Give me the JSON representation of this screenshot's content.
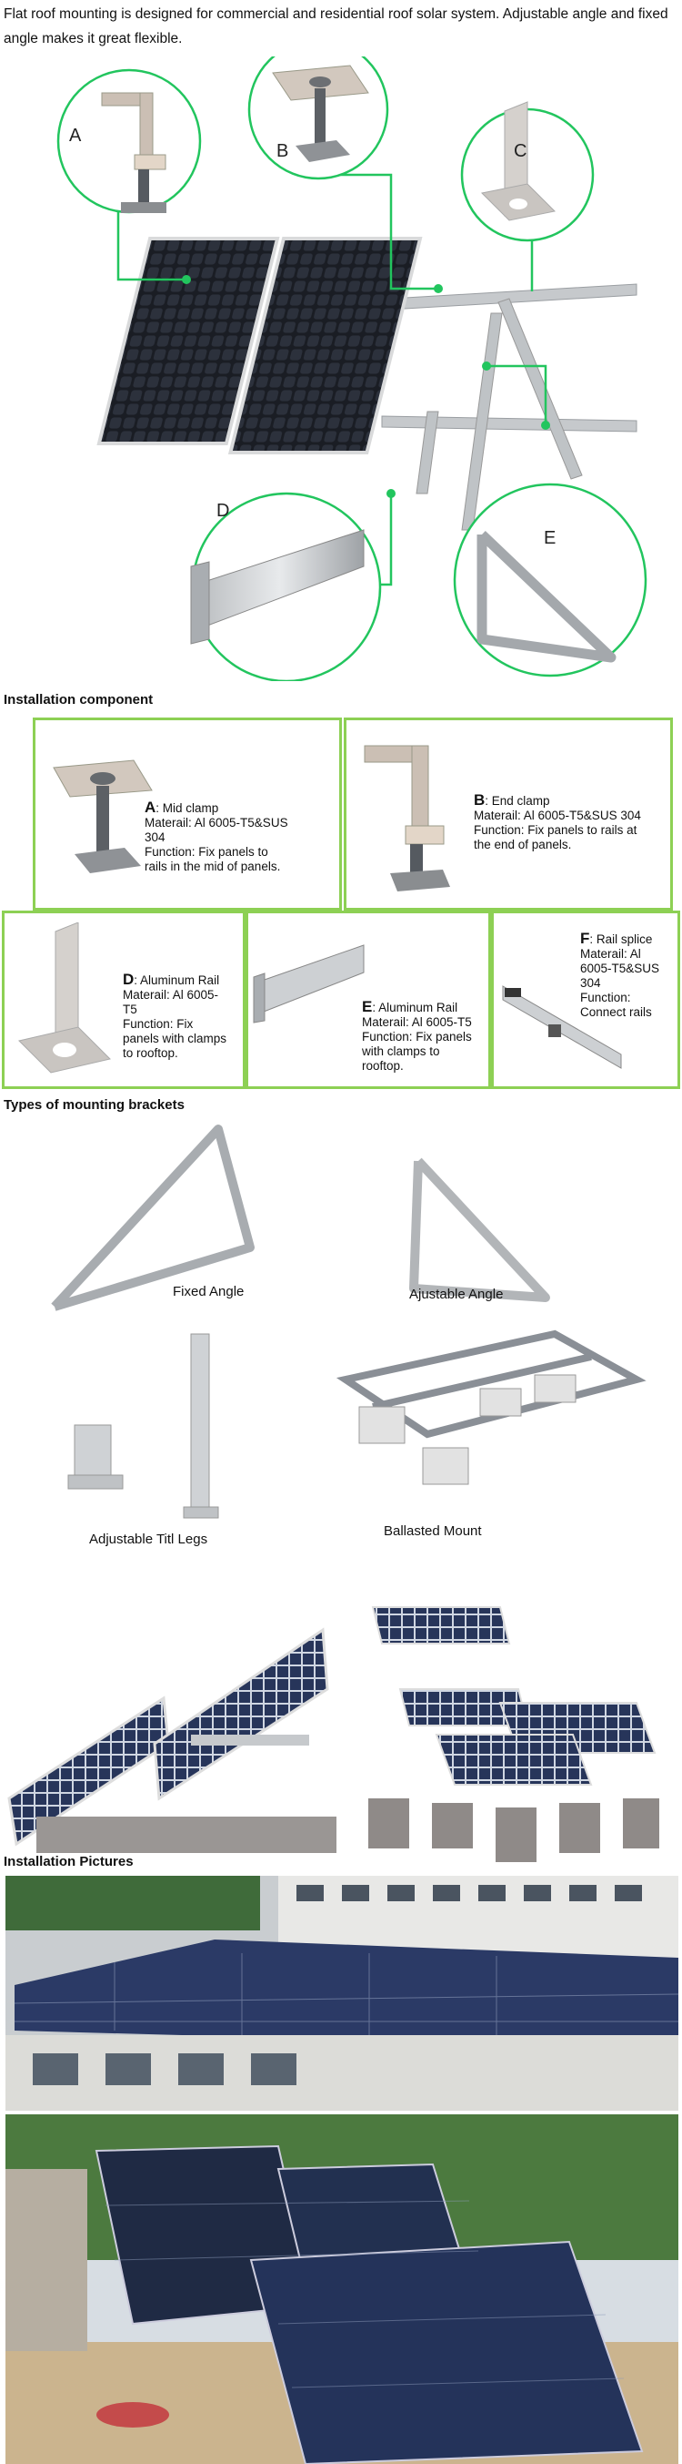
{
  "intro": "Flat roof mounting is designed for commercial and residential roof solar system. Adjustable angle and fixed angle makes it great flexible.",
  "diagram": {
    "labels": [
      "A",
      "B",
      "C",
      "D",
      "E"
    ],
    "accent_color": "#22c55e"
  },
  "installation": {
    "title": "Installation component",
    "border_color": "#8dd054",
    "items": [
      {
        "letter": "A",
        "name": ": Mid clamp",
        "lines": [
          "Materail: Al 6005-T5&SUS",
          "304",
          "Function: Fix panels to",
          "rails in the mid of panels."
        ]
      },
      {
        "letter": "B",
        "name": ": End clamp",
        "lines": [
          "Materail: Al 6005-T5&SUS 304",
          "Function: Fix panels to rails at",
          "the end of panels."
        ]
      },
      {
        "letter": "D",
        "name": ": Aluminum Rail",
        "lines": [
          "Materail: Al 6005-",
          "T5",
          "Function: Fix",
          "panels with clamps",
          "to rooftop."
        ]
      },
      {
        "letter": "E",
        "name": ": Aluminum Rail",
        "lines": [
          "Materail: Al 6005-T5",
          "Function: Fix panels",
          "with clamps to",
          "rooftop."
        ]
      },
      {
        "letter": "F",
        "name": ": Rail splice",
        "lines": [
          "Materail: Al",
          "6005-T5&SUS",
          "304",
          "Function:",
          "Connect rails"
        ]
      }
    ]
  },
  "types": {
    "title": "Types of mounting brackets",
    "captions": [
      "Fixed Angle",
      "Ajustable Angle",
      "Adjustable Titl Legs",
      "Ballasted Mount"
    ]
  },
  "pictures": {
    "title": "Installation Pictures"
  }
}
